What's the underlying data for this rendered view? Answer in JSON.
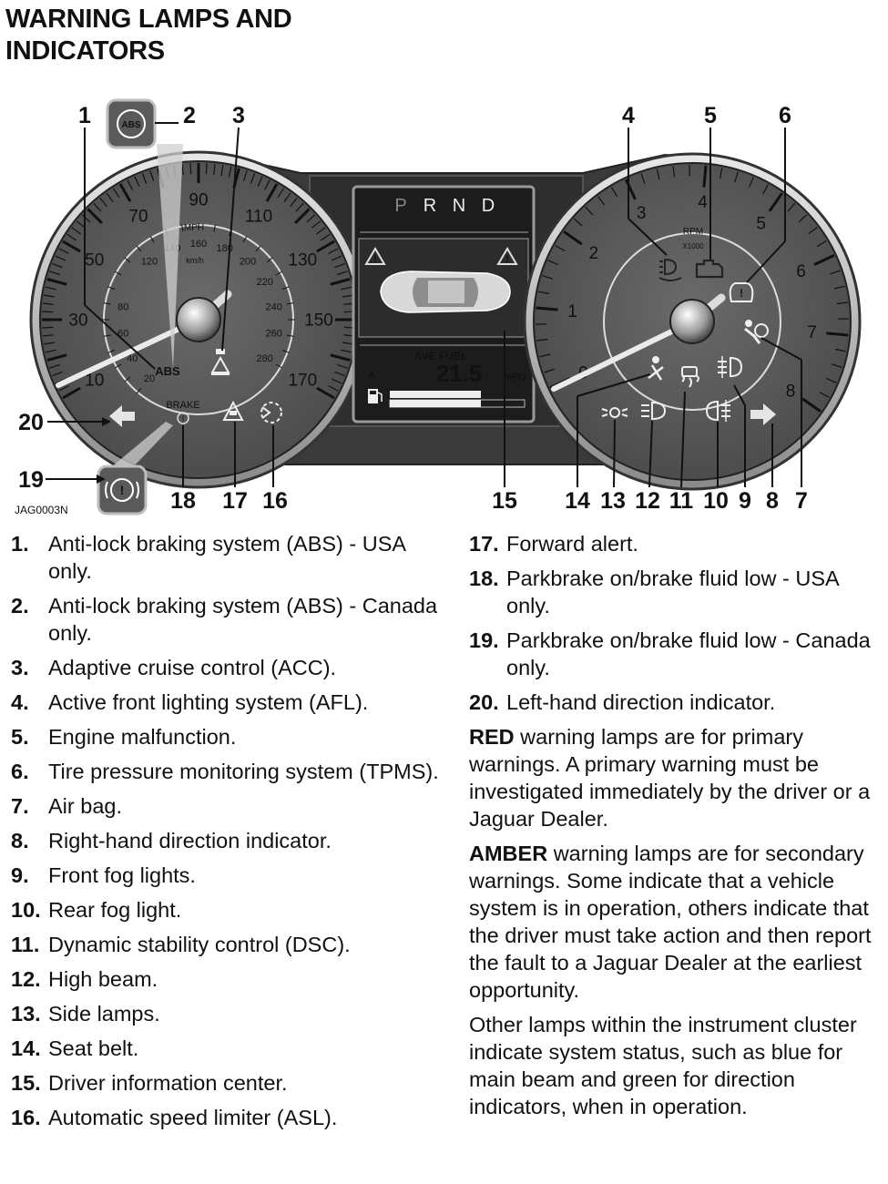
{
  "page": {
    "title_lines": [
      "WARNING LAMPS AND",
      "INDICATORS"
    ],
    "figure_id": "JAG0003N"
  },
  "figure": {
    "callouts": [
      "1",
      "2",
      "3",
      "4",
      "5",
      "6",
      "7",
      "8",
      "9",
      "10",
      "11",
      "12",
      "13",
      "14",
      "15",
      "16",
      "17",
      "18",
      "19",
      "20"
    ],
    "speedo": {
      "mph_ticks": [
        "10",
        "30",
        "50",
        "70",
        "90",
        "110",
        "130",
        "150",
        "170"
      ],
      "mph_label": "MPH",
      "kmh_ticks": [
        "20",
        "40",
        "60",
        "80",
        "120",
        "140",
        "160",
        "180",
        "200",
        "220",
        "240",
        "260",
        "280"
      ],
      "kmh_label": "km/h",
      "abs_label": "ABS",
      "brake_label": "BRAKE"
    },
    "tacho": {
      "ticks": [
        "0",
        "1",
        "2",
        "3",
        "4",
        "5",
        "6",
        "7",
        "8"
      ],
      "rpm_label": "RPM",
      "x1000_label": "X1000"
    },
    "dic": {
      "gears": [
        "P",
        "R",
        "N",
        "D"
      ],
      "ave_fuel_label": "AVE FUEL",
      "fuel_value": "21.5",
      "fuel_unit": "MPG",
      "trip_label": "A"
    }
  },
  "legend_left": [
    {
      "num": "1.",
      "text": "Anti-lock braking system (ABS) - USA only."
    },
    {
      "num": "2.",
      "text": "Anti-lock braking system (ABS) - Canada only."
    },
    {
      "num": "3.",
      "text": "Adaptive cruise control (ACC)."
    },
    {
      "num": "4.",
      "text": "Active front lighting system (AFL)."
    },
    {
      "num": "5.",
      "text": "Engine malfunction."
    },
    {
      "num": "6.",
      "text": "Tire pressure monitoring system (TPMS)."
    },
    {
      "num": "7.",
      "text": "Air bag."
    },
    {
      "num": "8.",
      "text": "Right-hand direction indicator."
    },
    {
      "num": "9.",
      "text": "Front fog lights."
    },
    {
      "num": "10.",
      "text": "Rear fog light."
    },
    {
      "num": "11.",
      "text": "Dynamic stability control (DSC)."
    },
    {
      "num": "12.",
      "text": "High beam."
    },
    {
      "num": "13.",
      "text": "Side lamps."
    },
    {
      "num": "14.",
      "text": "Seat belt."
    },
    {
      "num": "15.",
      "text": "Driver information center."
    },
    {
      "num": "16.",
      "text": "Automatic speed limiter (ASL)."
    }
  ],
  "legend_right": [
    {
      "num": "17.",
      "text": "Forward alert."
    },
    {
      "num": "18.",
      "text": "Parkbrake on/brake fluid low - USA only."
    },
    {
      "num": "19.",
      "text": "Parkbrake on/brake fluid low - Canada only."
    },
    {
      "num": "20.",
      "text": "Left-hand direction indicator."
    }
  ],
  "paragraphs": [
    {
      "lead": "RED",
      "text": " warning lamps are for primary warnings. A primary warning must be investigated immediately by the driver or a Jaguar Dealer."
    },
    {
      "lead": "AMBER",
      "text": " warning lamps are for secondary warnings. Some indicate that a vehicle system is in operation, others indicate that the driver must take action and then report the fault to a Jaguar Dealer at the earliest opportunity."
    },
    {
      "lead": "",
      "text": "Other lamps within the instrument cluster indicate system status, such as blue for main beam and green for direction indicators, when in operation."
    }
  ],
  "colors": {
    "cluster_dark": "#3d3d3d",
    "gauge_face": "#5a5a5a",
    "screen": "#262626",
    "callout_text": "#111111"
  }
}
